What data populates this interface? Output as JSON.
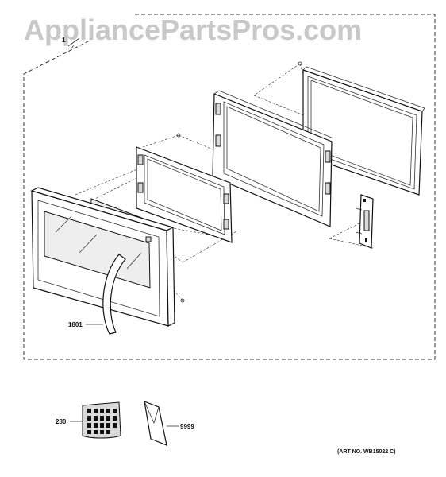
{
  "watermark": "AppliancePartsPros.com",
  "callouts": {
    "assembly": "1",
    "handle": "1801",
    "clips": "280",
    "envelope": "9999"
  },
  "art_number": "(ART NO. WB15022 C)"
}
